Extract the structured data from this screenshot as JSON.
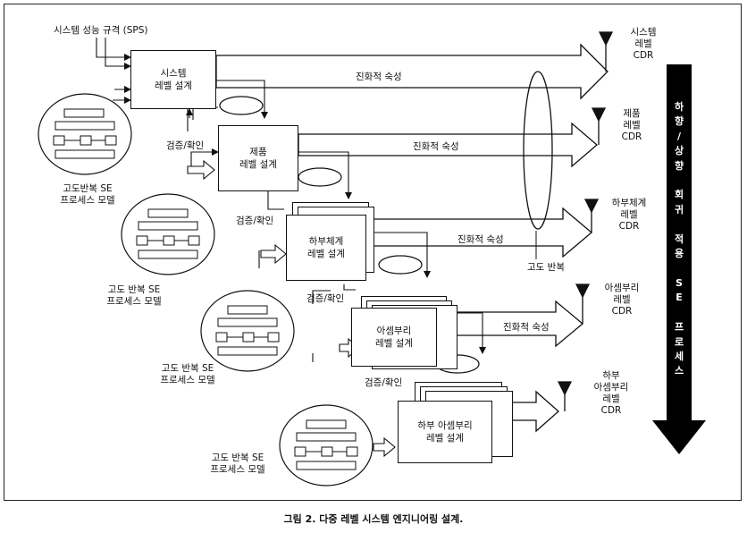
{
  "diagram": {
    "input_label": "시스템 성능 규격 (SPS)",
    "levels": [
      {
        "id": "system",
        "box_lines": [
          "시스템",
          "레벨 설계"
        ],
        "cdr_lines": [
          "시스템",
          "레벨",
          "CDR"
        ],
        "maturation": "진화적 숙성"
      },
      {
        "id": "product",
        "box_lines": [
          "제품",
          "레벨 설계"
        ],
        "cdr_lines": [
          "제품",
          "레벨",
          "CDR"
        ],
        "maturation": "진화적 숙성"
      },
      {
        "id": "subsystem",
        "box_lines": [
          "하부체계",
          "레벨 설계"
        ],
        "cdr_lines": [
          "하부체계",
          "레벨",
          "CDR"
        ],
        "maturation": "진화적 숙성"
      },
      {
        "id": "assembly",
        "box_lines": [
          "아셈부리",
          "레벨 설계"
        ],
        "cdr_lines": [
          "아셈부리",
          "레벨",
          "CDR"
        ],
        "maturation": "진화적 숙성"
      },
      {
        "id": "subassembly",
        "box_lines": [
          "하부 아셈부리",
          "레벨 설계"
        ],
        "cdr_lines": [
          "하부",
          "아셈부리",
          "레벨",
          "CDR"
        ],
        "maturation": ""
      }
    ],
    "verify_label": "검증/확인",
    "model_label_a": [
      "고도반복 SE",
      "프로세스 모델"
    ],
    "model_label_b": [
      "고도 반복 SE",
      "프로세스 모델"
    ],
    "high_iteration": "고도 반복",
    "side_arrow_text": [
      "하",
      "향",
      "/",
      "상",
      "향",
      "",
      "회",
      "귀",
      "",
      "적",
      "용",
      "",
      "S",
      "E",
      "",
      "프",
      "로",
      "세",
      "스"
    ]
  },
  "caption": "그림 2. 다중 레벨 시스템 엔지니어링 설계."
}
